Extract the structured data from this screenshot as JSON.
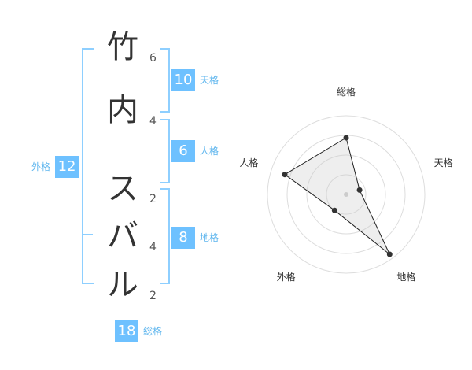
{
  "name_chars": [
    {
      "char": "竹",
      "strokes": "6"
    },
    {
      "char": "内",
      "strokes": "4"
    },
    {
      "char": "ス",
      "strokes": "2"
    },
    {
      "char": "バ",
      "strokes": "4"
    },
    {
      "char": "ル",
      "strokes": "2"
    }
  ],
  "scores": {
    "tenkaku": {
      "label": "天格",
      "value": "10"
    },
    "jinkaku": {
      "label": "人格",
      "value": "6"
    },
    "chikaku": {
      "label": "地格",
      "value": "8"
    },
    "gaikaku": {
      "label": "外格",
      "value": "12"
    },
    "soukaku": {
      "label": "総格",
      "value": "18"
    }
  },
  "colors": {
    "accent": "#6ec1ff",
    "bracket": "#8ecfff",
    "label": "#5fb6ee"
  },
  "chart_data": {
    "type": "radar",
    "axes": [
      "総格",
      "天格",
      "地格",
      "外格",
      "人格"
    ],
    "values": [
      0.72,
      0.18,
      0.94,
      0.25,
      0.82
    ],
    "rings": 4,
    "max": 1
  }
}
